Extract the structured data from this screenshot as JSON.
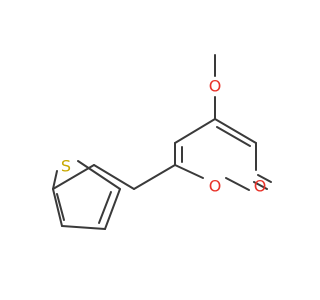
{
  "molecule": {
    "atoms": {
      "sulfur": {
        "symbol": "S",
        "color": "#c8a800"
      },
      "ring_oxygen": {
        "symbol": "O",
        "color": "#e8332a"
      },
      "carbonyl_oxygen": {
        "symbol": "O",
        "color": "#e8332a"
      },
      "methoxy_oxygen": {
        "symbol": "O",
        "color": "#e8332a"
      }
    },
    "bond_color": "#3a3a3a"
  }
}
